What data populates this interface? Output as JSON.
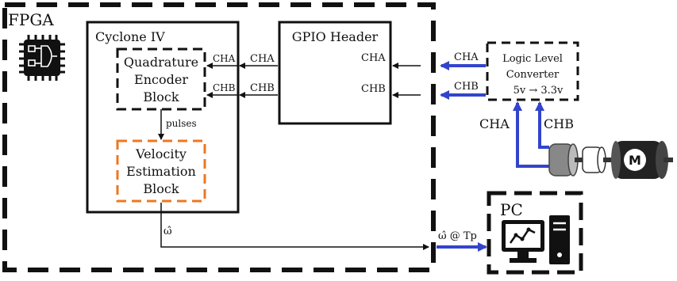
{
  "fpga": {
    "title": "FPGA"
  },
  "cyclone": {
    "title": "Cyclone IV"
  },
  "quadrature": {
    "line1": "Quadrature",
    "line2": "Encoder",
    "line3": "Block"
  },
  "velocity": {
    "line1": "Velocity",
    "line2": "Estimation",
    "line3": "Block"
  },
  "gpio": {
    "title": "GPIO Header",
    "cha": "CHA",
    "chb": "CHB"
  },
  "signals": {
    "cha_in": "CHA",
    "cha_mid": "CHA",
    "chb_in": "CHB",
    "chb_mid": "CHB",
    "pulses": "pulses",
    "omega_hat": "ω̂",
    "omega_tp": "ω̂ @ Tp"
  },
  "converter": {
    "line1": "Logic Level",
    "line2": "Converter",
    "line3": "5v → 3.3v"
  },
  "converter_links": {
    "cha": "CHA",
    "chb": "CHB"
  },
  "encoder_outputs": {
    "cha": "CHA",
    "chb": "CHB"
  },
  "motor": {
    "label": "M"
  },
  "pc": {
    "title": "PC"
  },
  "colors": {
    "blue": "#3344cc",
    "orange": "#ee7722",
    "black": "#111111"
  },
  "icons": [
    "chip-icon",
    "computer-icon",
    "motor-icon",
    "encoder-icon"
  ]
}
